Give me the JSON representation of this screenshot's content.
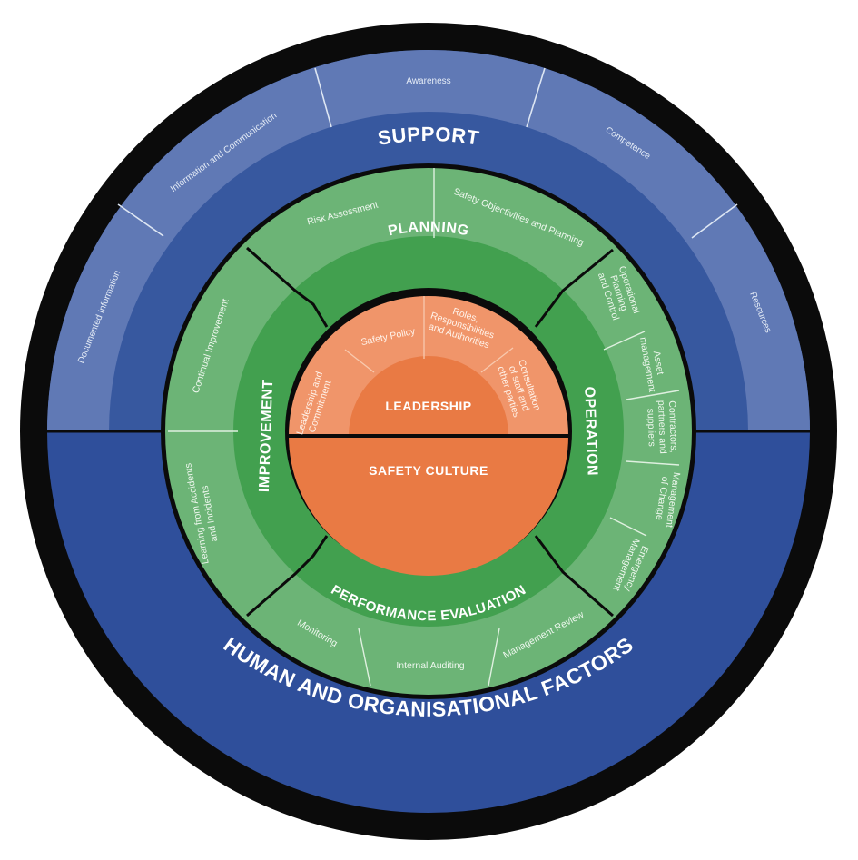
{
  "colors": {
    "outline": "#0b0b0b",
    "blue_dark": "#2f4f9b",
    "blue_mid": "#37589f",
    "blue_light": "#6079b5",
    "green_light": "#6cb476",
    "green_mid": "#42a04f",
    "orange_light": "#f0956a",
    "orange": "#e97a44",
    "divider_light": "#dde6f3"
  },
  "support": {
    "title": "SUPPORT",
    "items": [
      "Documented Information",
      "Information and Communication",
      "Awareness",
      "Competence",
      "Resources"
    ]
  },
  "human_factors": {
    "title": "HUMAN AND ORGANISATIONAL FACTORS"
  },
  "planning": {
    "title": "PLANNING",
    "items": [
      "Risk Assessment",
      "Safety Objectivities and Planning"
    ]
  },
  "operation": {
    "title": "OPERATION",
    "items": [
      [
        "Operational",
        "Planning",
        "and Control"
      ],
      [
        "Asset",
        "management"
      ],
      [
        "Contractors,",
        "partners and",
        "suppliers"
      ],
      [
        "Management",
        "of Change"
      ],
      [
        "Emergency",
        "Management"
      ]
    ]
  },
  "performance": {
    "title": "PERFORMANCE EVALUATION",
    "items": [
      "Monitoring",
      "Internal Auditing",
      "Management Review"
    ]
  },
  "improvement": {
    "title": "IMPROVEMENT",
    "items": [
      [
        "Continual Improvement"
      ],
      [
        "Learning from Accidents",
        "and Incidents"
      ]
    ]
  },
  "leadership": {
    "title": "LEADERSHIP",
    "items": [
      [
        "Leadership and",
        "Commitment"
      ],
      [
        "Safety Policy"
      ],
      [
        "Roles,",
        "Responsibilities",
        "and Authorities"
      ],
      [
        "Consultation",
        "of staff and",
        "other parties"
      ]
    ]
  },
  "safety_culture": {
    "title": "SAFETY CULTURE"
  }
}
